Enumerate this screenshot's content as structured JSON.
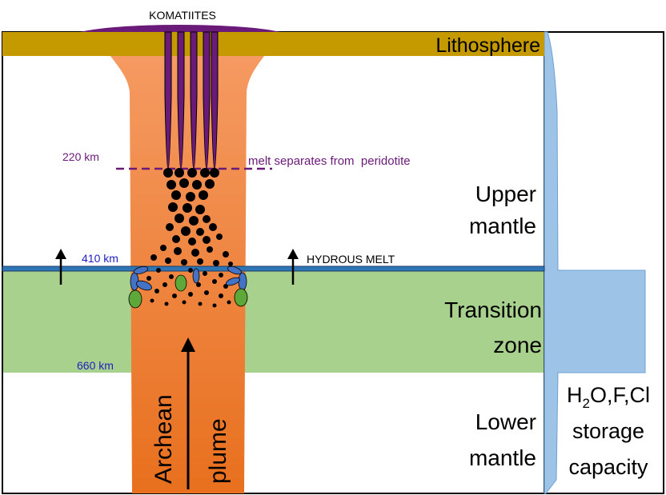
{
  "labels": {
    "komatiites": "KOMATIITES",
    "lithosphere": "Lithosphere",
    "upper_mantle_line1": "Upper",
    "upper_mantle_line2": "mantle",
    "transition_line1": "Transition",
    "transition_line2": "zone",
    "lower_mantle_line1": "Lower",
    "lower_mantle_line2": "mantle",
    "depth_220": "220 km",
    "depth_410": "410 km",
    "depth_660": "660 km",
    "melt_separates": "melt separates from  peridotite",
    "hydrous_melt": "HYDROUS MELT",
    "plume_word1": "Archean",
    "plume_word2": "plume",
    "storage_formula_h": "H",
    "storage_formula_sub": "2",
    "storage_formula_rest": "O,F,Cl",
    "storage_line2": "storage",
    "storage_line3": "capacity"
  },
  "colors": {
    "lithosphere": "#c49a00",
    "transition_zone": "#a9d18e",
    "plume_top": "#f4a06a",
    "plume_bottom": "#e8701e",
    "komatiite": "#6a1a78",
    "boundary_410": "#2e75b6",
    "storage_fill": "#9dc3e6",
    "depth_label": "#1f1fbf",
    "melt_label": "#6a1a78",
    "blue_crystal": "#4472c4",
    "green_crystal": "#5ea83a"
  }
}
